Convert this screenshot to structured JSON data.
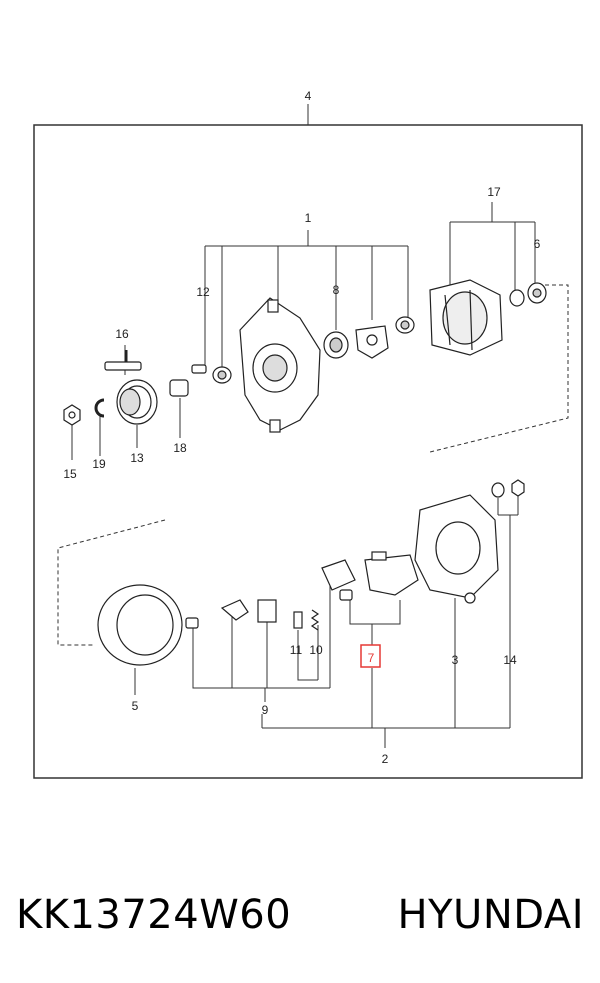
{
  "diagram": {
    "callouts": {
      "c1": "1",
      "c2": "2",
      "c3": "3",
      "c4": "4",
      "c5": "5",
      "c6": "6",
      "c7": "7",
      "c8": "8",
      "c9": "9",
      "c10": "10",
      "c11": "11",
      "c12": "12",
      "c13": "13",
      "c14": "14",
      "c15": "15",
      "c16": "16",
      "c17": "17",
      "c18": "18",
      "c19": "19"
    },
    "highlight_color": "#e53935"
  },
  "caption": {
    "part_number": "KK13724W60",
    "brand": "HYUNDAI"
  }
}
